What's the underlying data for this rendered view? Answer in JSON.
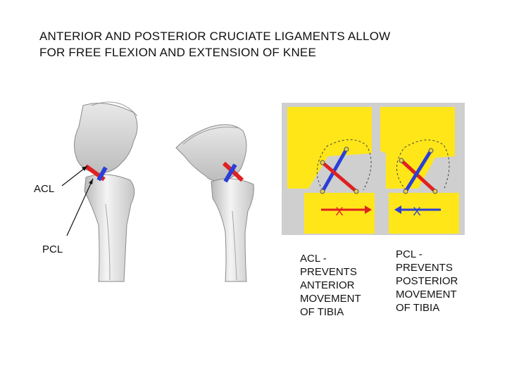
{
  "title": {
    "line1": "ANTERIOR AND POSTERIOR CRUCIATE LIGAMENTS ALLOW",
    "line2": "FOR FREE FLEXION AND EXTENSION OF KNEE"
  },
  "labels": {
    "acl": "ACL",
    "pcl": "PCL"
  },
  "panel": {
    "marker_left": "X",
    "marker_right": "X"
  },
  "captions": {
    "acl": [
      "ACL -",
      "PREVENTS",
      "ANTERIOR",
      "MOVEMENT",
      "OF TIBIA"
    ],
    "pcl": [
      "PCL -",
      "PREVENTS",
      "POSTERIOR",
      "MOVEMENT",
      "OF TIBIA"
    ]
  },
  "colors": {
    "acl_ligament": "#e02020",
    "pcl_ligament": "#2a3fd8",
    "bone_block": "#ffe619",
    "panel_background": "#cfcfcf"
  }
}
